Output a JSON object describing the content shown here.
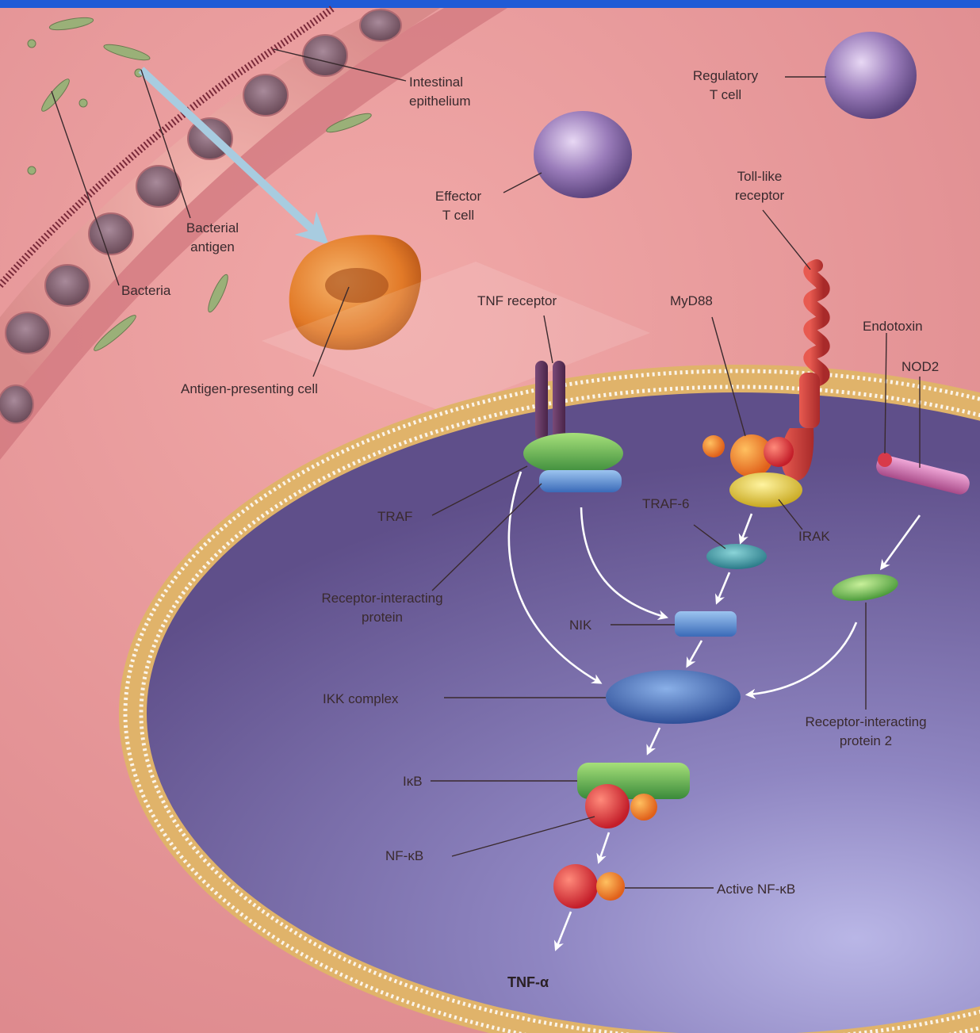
{
  "labels": {
    "intestinal_epithelium": [
      "Intestinal",
      "epithelium"
    ],
    "regulatory_t_cell": [
      "Regulatory",
      "T cell"
    ],
    "effector_t_cell": [
      "Effector",
      "T cell"
    ],
    "toll_like_receptor": [
      "Toll-like",
      "receptor"
    ],
    "bacterial_antigen": [
      "Bacterial",
      "antigen"
    ],
    "bacteria": "Bacteria",
    "antigen_presenting_cell": "Antigen-presenting cell",
    "tnf_receptor": "TNF receptor",
    "myd88": "MyD88",
    "endotoxin": "Endotoxin",
    "nod2": "NOD2",
    "traf": "TRAF",
    "traf6": "TRAF-6",
    "irak": "IRAK",
    "rip": [
      "Receptor-interacting",
      "protein"
    ],
    "nik": "NIK",
    "ikk_complex": "IKK complex",
    "rip2": [
      "Receptor-interacting",
      "protein 2"
    ],
    "ikb": "IκB",
    "nfkb": "NF-κB",
    "active_nfkb": "Active NF-κB",
    "tnf_alpha": "TNF-α"
  },
  "colors": {
    "background": "#e8979a",
    "cell_interior": "#7a6fa8",
    "membrane": "#d9a86a",
    "traf": "#3f9a48",
    "rip": "#4b86c8",
    "myd88": "#e8562a",
    "irak": "#d8c23a",
    "tlr": "#c83a38",
    "nik": "#4a7fc8",
    "ikk": "#3f62a8",
    "nod2": "#c86aa8",
    "nfkb": "#d83036",
    "ikb": "#3f9a48",
    "t_cell": "#8a6ea8",
    "apc": "#e0782a"
  }
}
